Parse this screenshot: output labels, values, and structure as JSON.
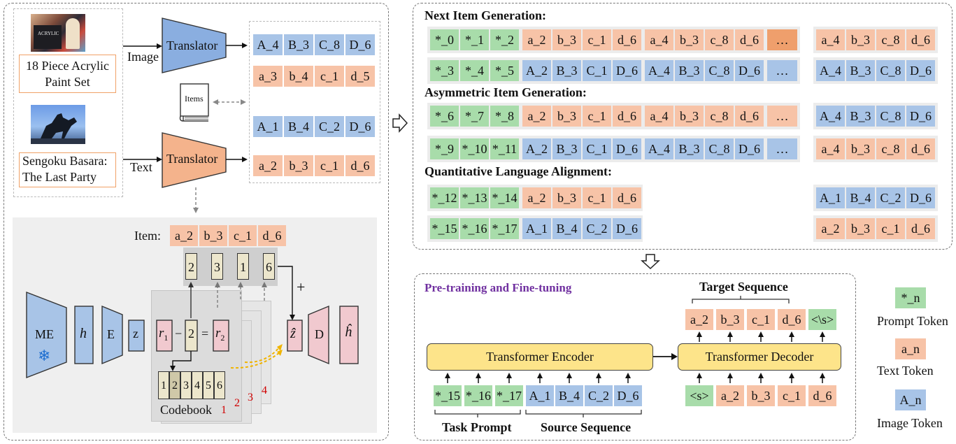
{
  "left_top": {
    "product_caption": "18 Piece Acrylic Paint Set",
    "product_image_text": "ACRYLIC",
    "game_caption_line1": "Sengoku Basara:",
    "game_caption_line2": "The Last Party",
    "image_label": "Image",
    "text_label": "Text",
    "translator_label": "Translator",
    "items_label": "Items",
    "image_tokens_1": [
      "A_4",
      "B_3",
      "C_8",
      "D_6"
    ],
    "text_tokens_1": [
      "a_3",
      "b_4",
      "c_1",
      "d_5"
    ],
    "image_tokens_2": [
      "A_1",
      "B_4",
      "C_2",
      "D_6"
    ],
    "text_tokens_2": [
      "a_2",
      "b_3",
      "c_1",
      "d_6"
    ]
  },
  "quantizer": {
    "item_label": "Item:",
    "item_tokens": [
      "a_2",
      "b_3",
      "c_1",
      "d_6"
    ],
    "selected_codes": [
      "2",
      "3",
      "1",
      "6"
    ],
    "plus": "+",
    "me_label": "ME",
    "h_label": "h",
    "e_label": "E",
    "z_label": "z",
    "zhat_label": "ẑ",
    "d_label": "D",
    "hhat_label": "ĥ",
    "r1_base": "r",
    "r1_sub": "1",
    "minus": "−",
    "residual_code": "2",
    "equals": "=",
    "r2_base": "r",
    "r2_sub": "2",
    "codebook_cells": [
      "1",
      "2",
      "3",
      "4",
      "5",
      "6"
    ],
    "codebook_label": "Codebook",
    "codebook_indices": [
      "1",
      "2",
      "3",
      "4"
    ],
    "snowflake": "❄"
  },
  "tasks": {
    "next_title": "Next Item Generation:",
    "asym_title": "Asymmetric Item Generation:",
    "quant_title": "Quantitative Language Alignment:",
    "ellipsis": "…",
    "rows": [
      {
        "prompt": [
          "*_0",
          "*_1",
          "*_2"
        ],
        "seq": [
          "a_2",
          "b_3",
          "c_1",
          "d_6",
          "a_4",
          "b_3",
          "c_8",
          "d_6"
        ],
        "seq_colors": "o",
        "ell": "oo",
        "target": [
          "a_4",
          "b_3",
          "c_8",
          "d_6"
        ],
        "target_colors": "o"
      },
      {
        "prompt": [
          "*_3",
          "*_4",
          "*_5"
        ],
        "seq": [
          "A_2",
          "B_3",
          "C_1",
          "D_6",
          "A_4",
          "B_3",
          "C_8",
          "D_6"
        ],
        "seq_colors": "b",
        "ell": "b",
        "target": [
          "A_4",
          "B_3",
          "C_8",
          "D_6"
        ],
        "target_colors": "b"
      },
      {
        "prompt": [
          "*_6",
          "*_7",
          "*_8"
        ],
        "seq": [
          "a_2",
          "b_3",
          "c_1",
          "d_6",
          "a_4",
          "b_3",
          "c_8",
          "d_6"
        ],
        "seq_colors": "o",
        "ell": "o",
        "target": [
          "A_4",
          "B_3",
          "C_8",
          "D_6"
        ],
        "target_colors": "b"
      },
      {
        "prompt": [
          "*_9",
          "*_10",
          "*_11"
        ],
        "seq": [
          "A_2",
          "B_3",
          "C_1",
          "D_6",
          "A_4",
          "B_3",
          "C_8",
          "D_6"
        ],
        "seq_colors": "b",
        "ell": "b",
        "target": [
          "a_4",
          "b_3",
          "c_8",
          "d_6"
        ],
        "target_colors": "o"
      },
      {
        "prompt": [
          "*_12",
          "*_13",
          "*_14"
        ],
        "seq": [
          "a_2",
          "b_3",
          "c_1",
          "d_6"
        ],
        "seq_colors": "o",
        "ell": null,
        "target": [
          "A_1",
          "B_4",
          "C_2",
          "D_6"
        ],
        "target_colors": "b"
      },
      {
        "prompt": [
          "*_15",
          "*_16",
          "*_17"
        ],
        "seq": [
          "A_1",
          "B_4",
          "C_2",
          "D_6"
        ],
        "seq_colors": "b",
        "ell": null,
        "target": [
          "a_2",
          "b_3",
          "c_1",
          "d_6"
        ],
        "target_colors": "o"
      }
    ]
  },
  "transformer": {
    "title": "Pre-training and Fine-tuning",
    "title_color": "#7030a0",
    "target_sequence_label": "Target Sequence",
    "target_tokens": [
      "a_2",
      "b_3",
      "c_1",
      "d_6",
      "<\\s>"
    ],
    "encoder_label": "Transformer Encoder",
    "decoder_label": "Transformer Decoder",
    "encoder_inputs_prompt": [
      "*_15",
      "*_16",
      "*_17"
    ],
    "encoder_inputs_source": [
      "A_1",
      "B_4",
      "C_2",
      "D_6"
    ],
    "decoder_inputs": [
      "<s>",
      "a_2",
      "b_3",
      "c_1",
      "d_6"
    ],
    "task_prompt_label": "Task Prompt",
    "source_sequence_label": "Source Sequence"
  },
  "legend": {
    "prompt_tok": "*_n",
    "prompt_label": "Prompt Token",
    "text_tok": "a_n",
    "text_label": "Text Token",
    "image_tok": "A_n",
    "image_label": "Image Token"
  },
  "colors": {
    "prompt": "#a8dcaa",
    "text": "#f7c3a7",
    "image": "#a8c4e7",
    "translator_image": "#8aaee0",
    "translator_text": "#f4b38c",
    "transformer": "#fde48a",
    "quant_bg": "#efefef",
    "code_cell": "#ece6cc",
    "orange_dashed": "#f0b400",
    "red_index": "#d00000"
  }
}
